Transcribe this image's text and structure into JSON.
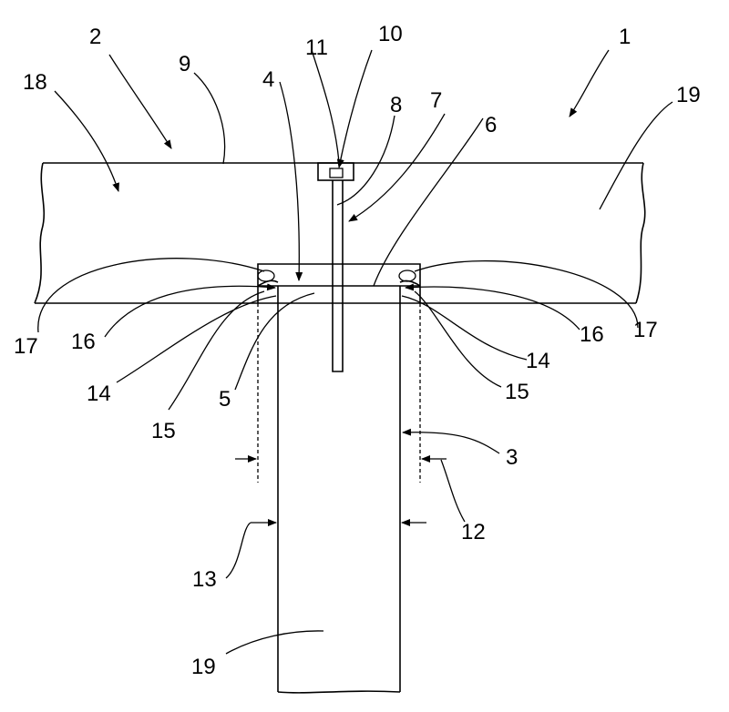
{
  "labels": {
    "l1": "1",
    "l2": "2",
    "l3": "3",
    "l4": "4",
    "l5": "5",
    "l6": "6",
    "l7": "7",
    "l8": "8",
    "l9": "9",
    "l10": "10",
    "l11": "11",
    "l12": "12",
    "l13": "13",
    "l14a": "14",
    "l14b": "14",
    "l15a": "15",
    "l15b": "15",
    "l16a": "16",
    "l16b": "16",
    "l17a": "17",
    "l17b": "17",
    "l18": "18",
    "l19a": "19",
    "l19b": "19"
  }
}
